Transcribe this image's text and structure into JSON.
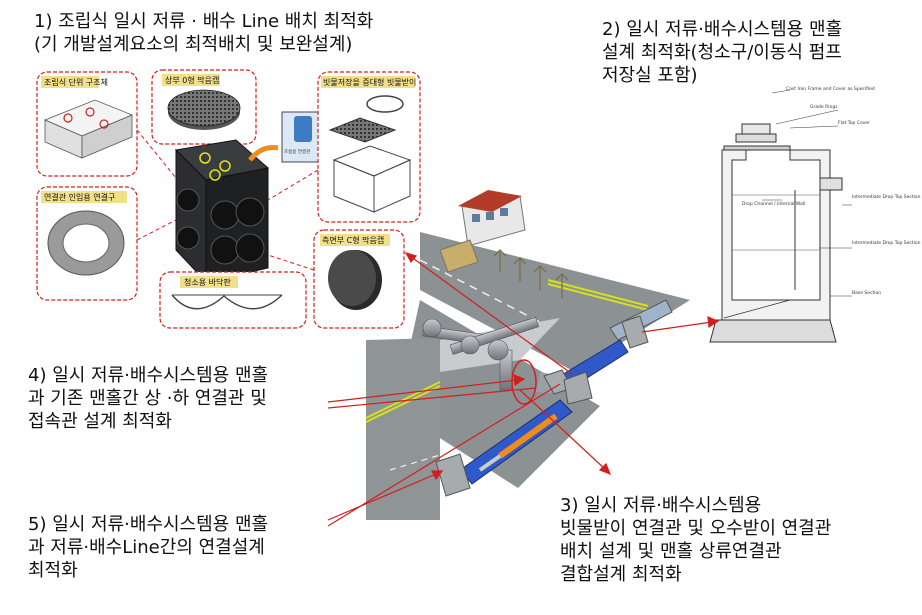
{
  "captions": {
    "c1": [
      "1)  조립식 일시 저류 · 배수 Line 배치 최적화",
      "(기 개발설계요소의 최적배치 및 보완설계)"
    ],
    "c2": [
      "2) 일시 저류·배수시스템용 맨홀",
      "설계 최적화(청소구/이동식 펌프",
      "저장실 포함)"
    ],
    "c3": [
      "3) 일시 저류·배수시스템용",
      " 빗물받이 연결관 및 오수받이 연결관",
      " 배치 설계 및 맨홀 상류연결관",
      "결합설계 최적화"
    ],
    "c4": [
      "4) 일시 저류·배수시스템용 맨홀",
      "과 기존 맨홀간 상 ·하 연결관 및",
      "접속관 설계 최적화"
    ],
    "c5": [
      "5) 일시 저류·배수시스템용 맨홀",
      "과 저류·배수Line간의 연결설계",
      "최적화"
    ]
  },
  "components": {
    "unit": "조립식 단위 구조체",
    "top_cap": "상부 0형 막음캡",
    "inlet": "빗물저장을 증대형 빗물받이",
    "connector": "연결관 인입용 연결구",
    "side_cap": "측면부 C형 막음캡",
    "bottom": "청소용 바닥판"
  },
  "manhole_labels": {
    "frame": "Cast Iron Frame and Cover as Specified",
    "rings": "Grade Rings",
    "slab": "Flat Top Cover",
    "drop": "Drop Channel / Internal Wall",
    "top_section": "Intermediate Drop Top Section",
    "int_section": "Intermediate Drop Top Section",
    "base": "Base Section"
  },
  "colors": {
    "red": "#d0201c",
    "road": "#9aa0a4",
    "box": "#2a2d30",
    "pipe_orange": "#f08c1e",
    "pipe_blue": "#2f59c8"
  }
}
